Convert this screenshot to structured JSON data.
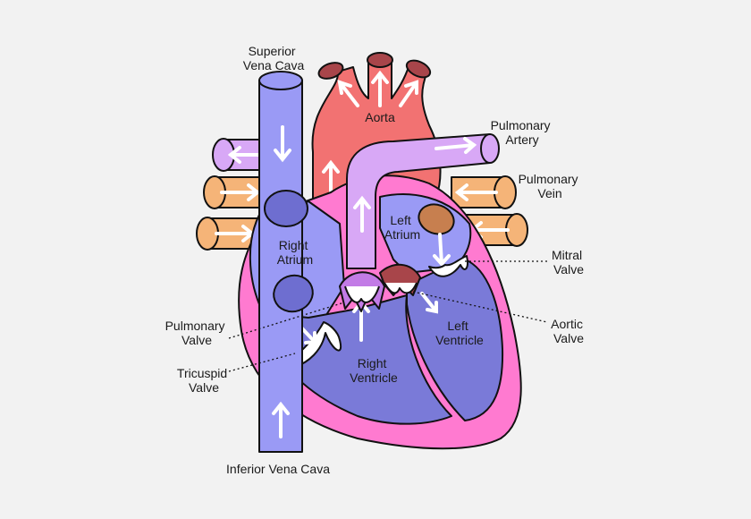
{
  "title": "",
  "colors": {
    "background": "#f2f2f2",
    "deoxygenated": "#9a9af5",
    "deoxygenated_dark": "#6e6ed0",
    "oxygenated": "#f27272",
    "oxygenated_dark": "#a8454a",
    "pulmonary_artery": "#d8a8f6",
    "pulmonary_vein": "#f5b478",
    "myocardium": "#ff7ad0",
    "right_ventricle": "#7a7ad8",
    "left_ventricle": "#7a7ad8",
    "valve": "#ffffff"
  },
  "labels": {
    "superior_vena_cava": [
      "Superior",
      "Vena Cava"
    ],
    "aorta": [
      "Aorta"
    ],
    "pulmonary_artery": [
      "Pulmonary",
      "Artery"
    ],
    "pulmonary_vein": [
      "Pulmonary",
      "Vein"
    ],
    "left_atrium": [
      "Left",
      "Atrium"
    ],
    "right_atrium": [
      "Right",
      "Atrium"
    ],
    "mitral_valve": [
      "Mitral",
      "Valve"
    ],
    "aortic_valve": [
      "Aortic",
      "Valve"
    ],
    "pulmonary_valve": [
      "Pulmonary",
      "Valve"
    ],
    "left_ventricle": [
      "Left",
      "Ventricle"
    ],
    "right_ventricle": [
      "Right",
      "Ventricle"
    ],
    "tricuspid_valve": [
      "Tricuspid",
      "Valve"
    ],
    "inferior_vena_cava": [
      "Inferior Vena Cava"
    ]
  }
}
